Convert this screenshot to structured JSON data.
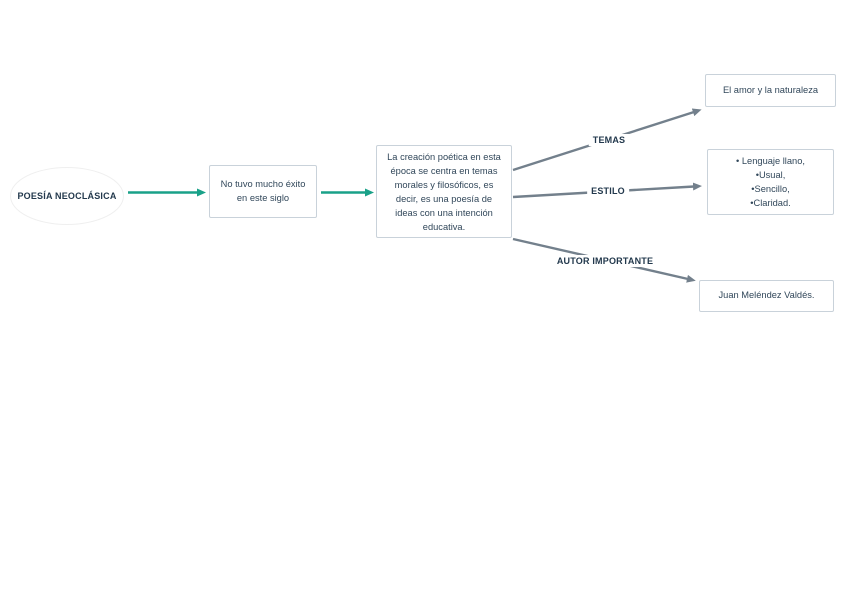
{
  "colors": {
    "accent_teal": "#19a188",
    "arrow_gray": "#73808c",
    "text_dark": "#31475a",
    "label_dark": "#22384c",
    "box_border": "#c9d2da"
  },
  "diagram": {
    "root": "POESÍA NEOCLÁSICA",
    "node_exito": "No tuvo mucho éxito en este siglo",
    "node_creacion": "La creación poética en esta época se centra en temas morales y filosóficos, es decir, es una poesía de ideas con una intención educativa.",
    "branch_temas": {
      "label": "TEMAS",
      "value": "El amor y la naturaleza"
    },
    "branch_estilo": {
      "label": "ESTILO",
      "lines": [
        "• Lenguaje llano,",
        "•Usual,",
        "•Sencillo,",
        "•Claridad."
      ]
    },
    "branch_autor": {
      "label": "AUTOR IMPORTANTE",
      "value": "Juan Meléndez Valdés."
    }
  }
}
